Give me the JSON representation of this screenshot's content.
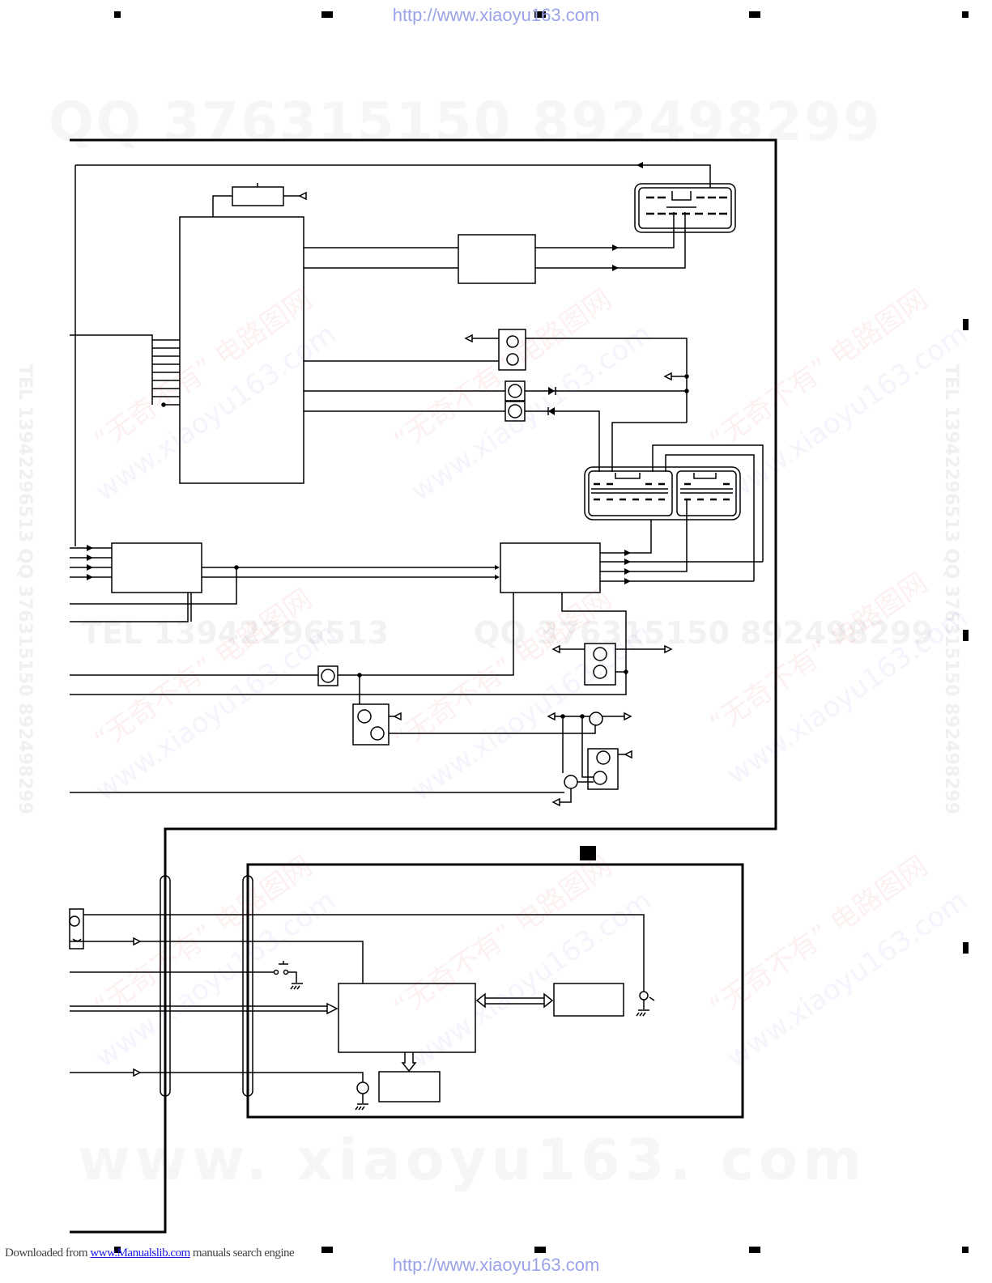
{
  "header": {
    "url": "http://www.xiaoyu163.com"
  },
  "footer": {
    "url": "http://www.xiaoyu163.com",
    "downloaded_prefix": "Downloaded from ",
    "manualslib_link": "www.Manualslib.com",
    "downloaded_suffix": " manuals search engine"
  },
  "watermarks": {
    "qq_top": "QQ 376315150   892498299",
    "tel_mid": "TEL 13942296513",
    "qq_mid": "QQ 376315150  892498299",
    "site_bottom": "www. xiaoyu163. com",
    "diag_cn": "“无奇不有” 电路图网",
    "diag_site": "www.xiaoyu163.com",
    "side_text": "TEL 13942296513  QQ 376315150  892498299"
  },
  "colors": {
    "line": "#000000",
    "url": "#9aa3e8",
    "link": "#1a1aee"
  }
}
